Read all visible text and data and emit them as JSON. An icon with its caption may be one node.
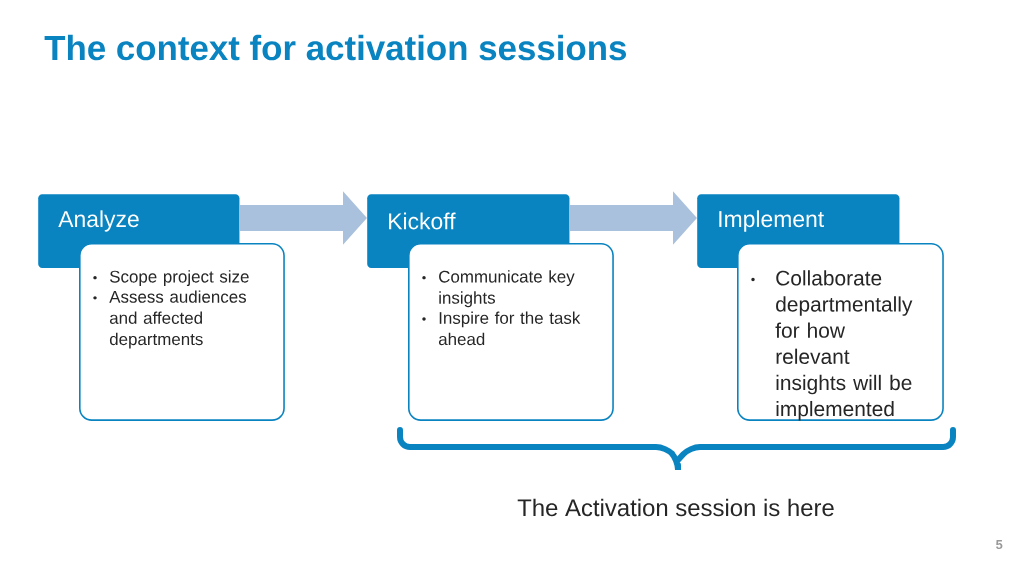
{
  "diagram": {
    "title": "The context for activation sessions",
    "nodes": [
      {
        "text": [
          "Analyze"
        ]
      },
      {
        "text": [
          "Scope project size",
          "Assess audiences and affected departments"
        ]
      },
      {
        "text": [
          "Kickoff"
        ]
      },
      {
        "text": [
          "Communicate key insights",
          "Inspire for the task ahead"
        ]
      },
      {
        "text": [
          "Implement"
        ]
      },
      {
        "text": [
          "Collaborate departmentally for how relevant insights will be implemented"
        ]
      }
    ],
    "edges": [
      {
        "from": 0,
        "to": 2,
        "arrow": "to"
      },
      {
        "from": 2,
        "to": 4,
        "arrow": "to"
      }
    ],
    "labels": [
      "The Activation session is here",
      "5"
    ]
  }
}
